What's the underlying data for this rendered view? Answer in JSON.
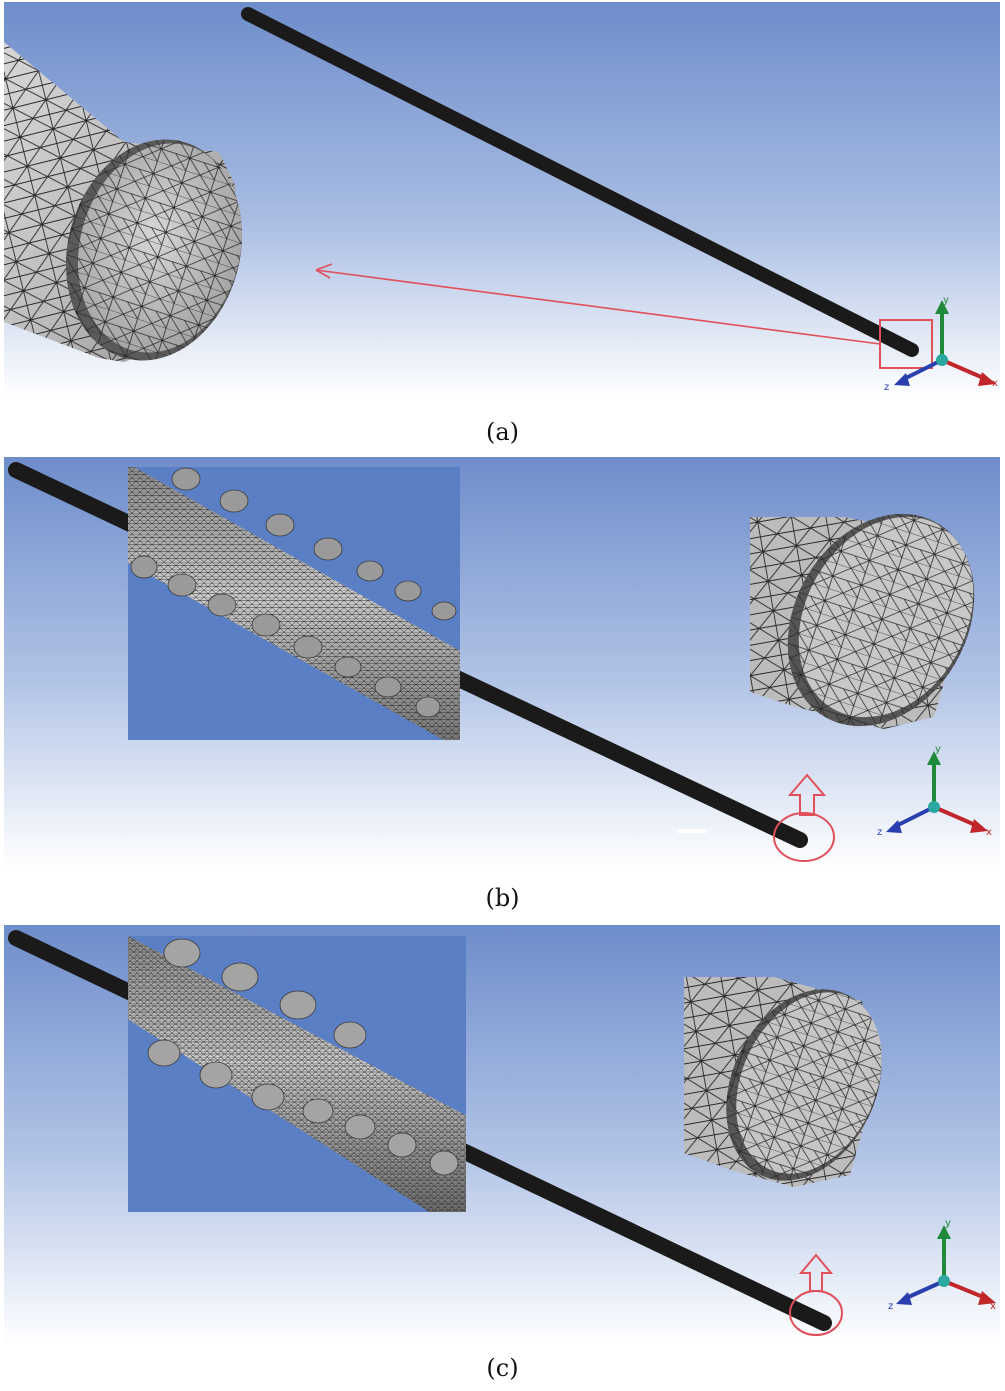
{
  "figure": {
    "panels": [
      {
        "id": "a",
        "caption": "(a)"
      },
      {
        "id": "b",
        "caption": "(b)"
      },
      {
        "id": "c",
        "caption": "(c)"
      }
    ],
    "axis_labels": {
      "x": "x",
      "y": "y",
      "z": "z"
    },
    "colors": {
      "sky_top": "#6f8fcc",
      "sky_bottom": "#ffffff",
      "inset_blue": "#5b7fc4",
      "rod": "#1a1a1a",
      "mesh_face": "#b9b9b9",
      "mesh_line": "#2a2a2a",
      "highlight_red": "#e0505a",
      "axis_x": "#c0262a",
      "axis_y": "#1f8a3a",
      "axis_z": "#2a3fae",
      "axis_origin": "#2aa7a0"
    }
  }
}
